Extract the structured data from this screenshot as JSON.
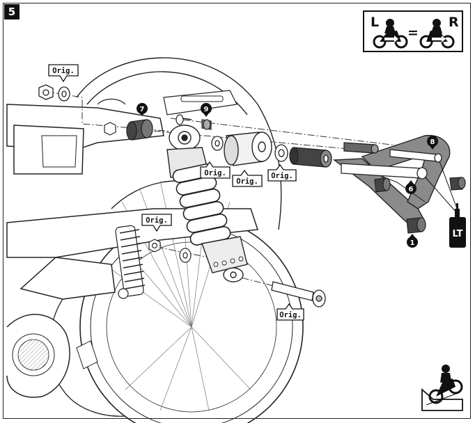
{
  "step": {
    "number": "5"
  },
  "side_indicator": {
    "left": "L",
    "equals": "=",
    "right": "R"
  },
  "orig_labels": [
    "Orig.",
    "Orig.",
    "Orig.",
    "Orig.",
    "Orig.",
    "Orig."
  ],
  "part_numbers": [
    "7",
    "9",
    "8",
    "6",
    "1"
  ],
  "threadlocker": {
    "label": "LT"
  },
  "icons": [
    "motorcycle-left-icon",
    "motorcycle-right-icon",
    "arrow-icon",
    "motorcycle-rider-ramp-icon",
    "threadlocker-bottle-icon"
  ]
}
